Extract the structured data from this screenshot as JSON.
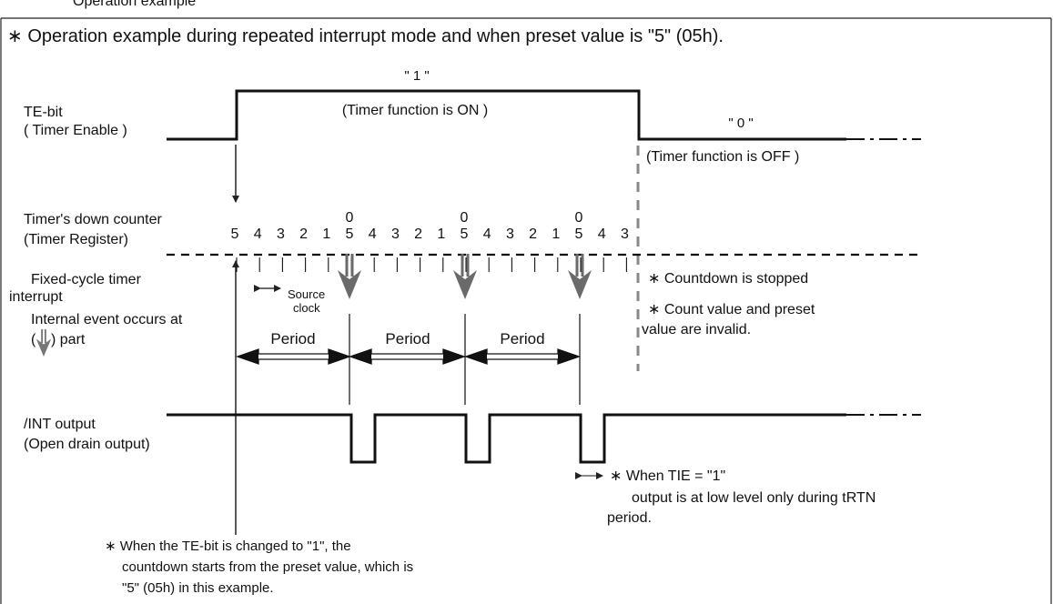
{
  "header": {
    "section_label": "Operation example",
    "title": "∗  Operation example during repeated interrupt mode and when preset value is \"5\" (05h)."
  },
  "te_bit": {
    "label_line1": "TE-bit",
    "label_line2": "( Timer Enable )",
    "high_value": "\" 1 \"",
    "high_note": "(Timer function is ON )",
    "low_value": "\" 0 \"",
    "low_note": "(Timer function is OFF )"
  },
  "counter": {
    "label_line1": "Timer's down counter",
    "label_line2": "(Timer Register)",
    "digits": [
      {
        "top": "",
        "bottom": "5"
      },
      {
        "top": "",
        "bottom": "4"
      },
      {
        "top": "",
        "bottom": "3"
      },
      {
        "top": "",
        "bottom": "2"
      },
      {
        "top": "",
        "bottom": "1"
      },
      {
        "top": "0",
        "bottom": "5"
      },
      {
        "top": "",
        "bottom": "4"
      },
      {
        "top": "",
        "bottom": "3"
      },
      {
        "top": "",
        "bottom": "2"
      },
      {
        "top": "",
        "bottom": "1"
      },
      {
        "top": "0",
        "bottom": "5"
      },
      {
        "top": "",
        "bottom": "4"
      },
      {
        "top": "",
        "bottom": "3"
      },
      {
        "top": "",
        "bottom": "2"
      },
      {
        "top": "",
        "bottom": "1"
      },
      {
        "top": "0",
        "bottom": "5"
      },
      {
        "top": "",
        "bottom": "4"
      },
      {
        "top": "",
        "bottom": "3"
      }
    ]
  },
  "interrupt": {
    "label_line1": "Fixed-cycle timer",
    "label_line2": "interrupt",
    "event_line1": "Internal event occurs at",
    "event_line2a": "(",
    "event_line2b": ") part",
    "source_clock_line1": "Source",
    "source_clock_line2": "clock",
    "period_labels": [
      "Period",
      "Period",
      "Period"
    ]
  },
  "stop_notes": {
    "countdown_stopped": "∗  Countdown is stopped",
    "invalid_line1": "∗  Count value and preset",
    "invalid_line2": "value are invalid."
  },
  "int_output": {
    "label_line1": "/INT output",
    "label_line2": "(Open drain output)",
    "tie_note_line1": "∗  When TIE = \"1\"",
    "tie_note_line2": "output is at low level only during tRTN",
    "tie_note_line3": "period."
  },
  "footnote": {
    "line1": "∗  When the TE-bit is changed to \"1\", the",
    "line2": "countdown starts from the preset value, which is",
    "line3": "\"5\" (05h) in this example."
  }
}
